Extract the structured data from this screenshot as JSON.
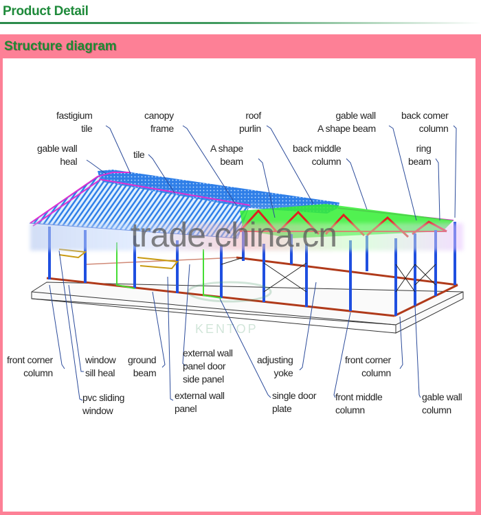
{
  "header": {
    "title": "Product Detail"
  },
  "section": {
    "title": "Structure diagram"
  },
  "watermark": {
    "text": "trade.china.cn"
  },
  "colors": {
    "title_green": "#1e8a3a",
    "frame_pink": "#fd8096",
    "column_blue": "#1f4fe0",
    "roof_blue": "#2f7fe8",
    "truss_red": "#e02020",
    "canopy_green": "#33ee33",
    "beam_brown": "#b03a1a",
    "trim_magenta": "#e030d0",
    "leader_line": "#2a4a9a"
  },
  "labels": {
    "fastigium_tile": [
      "fastigium",
      "tile"
    ],
    "canopy_frame": [
      "canopy",
      "frame"
    ],
    "roof_purlin": [
      "roof",
      "purlin"
    ],
    "gable_wall_a_shape_beam": [
      "gable wall",
      "A shape beam"
    ],
    "back_corner_column": [
      "back comer",
      "column"
    ],
    "gable_wall_heal": [
      "gable wall",
      "heal"
    ],
    "tile": [
      "tile"
    ],
    "a_shape_beam": [
      "A shape",
      "beam"
    ],
    "back_middle_column": [
      "back middle",
      "column"
    ],
    "ring_beam": [
      "ring",
      "beam"
    ],
    "front_corner_column_left": [
      "front corner",
      "column"
    ],
    "window_sill_heal": [
      "window",
      "sill heal"
    ],
    "ground_beam": [
      "ground",
      "beam"
    ],
    "external_wall_panel_door_side_panel": [
      "external wall",
      "panel door",
      "side panel"
    ],
    "adjusting_yoke": [
      "adjusting",
      "yoke"
    ],
    "front_corner_column_right": [
      "front corner",
      "column"
    ],
    "pvc_sliding_window": [
      "pvc sliding",
      "window"
    ],
    "external_wall_panel": [
      "external wall",
      "panel"
    ],
    "single_door_plate": [
      "single door",
      "plate"
    ],
    "front_middle_column": [
      "front middle",
      "column"
    ],
    "gable_wall_column": [
      "gable wall",
      "column"
    ]
  }
}
